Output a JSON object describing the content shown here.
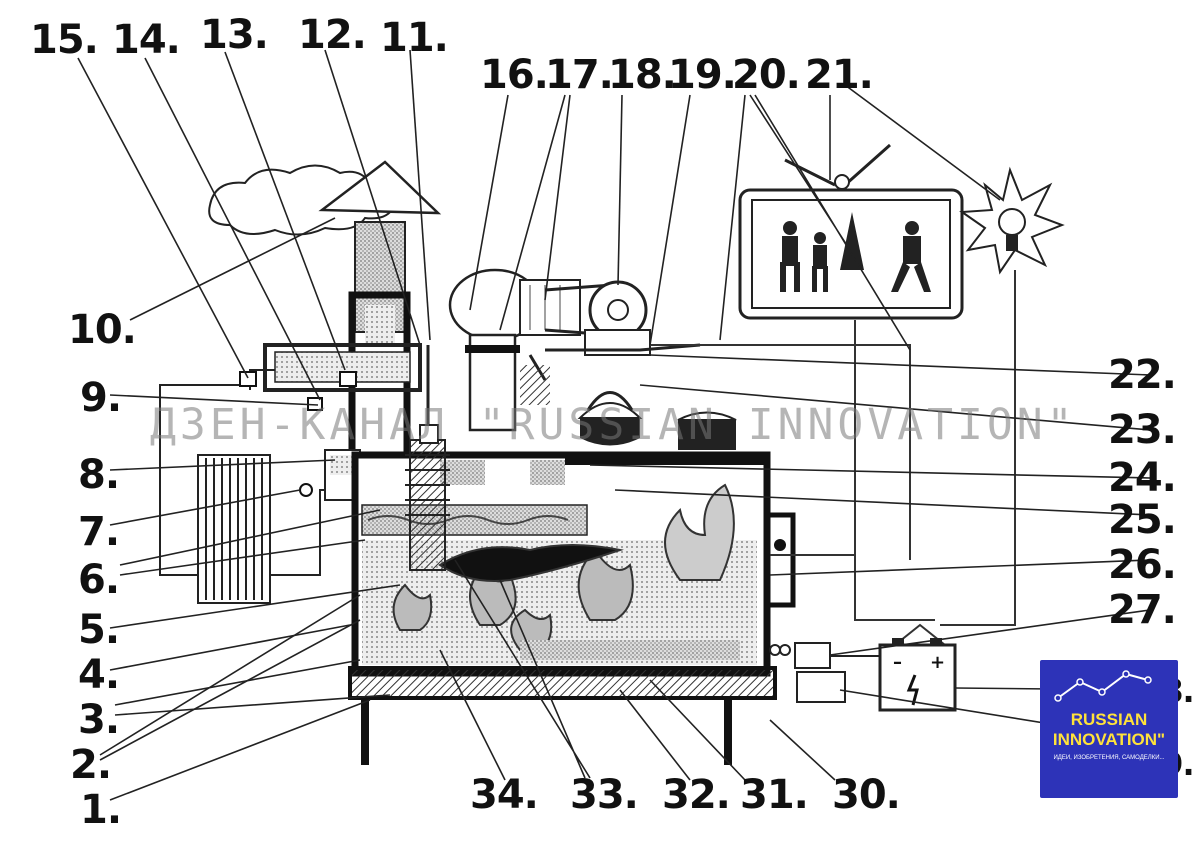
{
  "labels": {
    "n1": "1.",
    "n2": "2.",
    "n3": "3.",
    "n4": "4.",
    "n5": "5.",
    "n6": "6.",
    "n7": "7.",
    "n8": "8.",
    "n9": "9.",
    "n10": "10.",
    "n11": "11.",
    "n12": "12.",
    "n13": "13.",
    "n14": "14.",
    "n15": "15.",
    "n16": "16.",
    "n17": "17.",
    "n18": "18.",
    "n19": "19.",
    "n20": "20.",
    "n21": "21.",
    "n22": "22.",
    "n23": "23.",
    "n24": "24.",
    "n25": "25.",
    "n26": "26.",
    "n27": "27.",
    "n28": "28.",
    "n29": "29.",
    "n30": "30.",
    "n31": "31.",
    "n32": "32.",
    "n33": "33.",
    "n34": "34."
  },
  "watermark": "ДЗЕН-КАНАЛ \"RUSSIAN INNOVATION\"",
  "logo": {
    "line1": "RUSSIAN",
    "line2": "INNOVATION\"",
    "tagline": "ИДЕИ, ИЗОБРЕТЕНИЯ, САМОДЕЛКИ..."
  },
  "colors": {
    "ink": "#111111",
    "logo_bg": "#2d33b8",
    "logo_text": "#ffe23a"
  }
}
